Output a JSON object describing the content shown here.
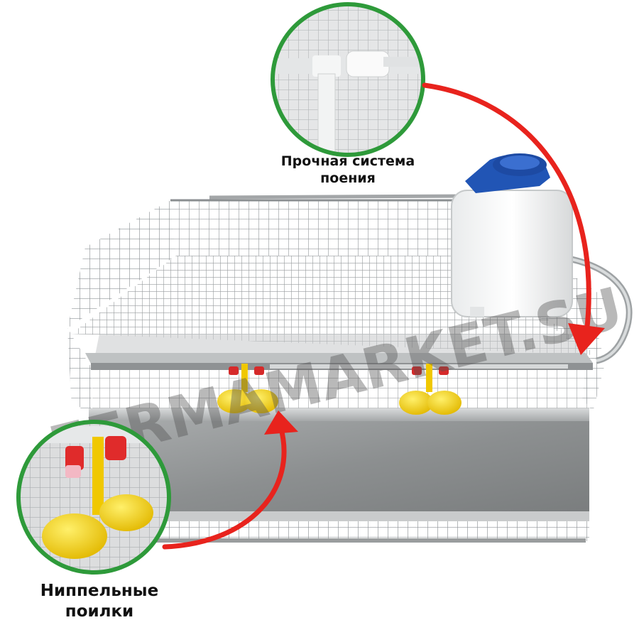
{
  "captions": {
    "drinking_system": "Прочная система поения",
    "nipple_drinkers": "Ниппельные поилки"
  },
  "watermark": "FERMAMARKET.SU",
  "colors": {
    "circle_border": "#2e9a3a",
    "arrow": "#e8231d",
    "feeder_yellow": "#f4d000",
    "tank_cap": "#2155b5",
    "metal": "#9a9d9e"
  }
}
